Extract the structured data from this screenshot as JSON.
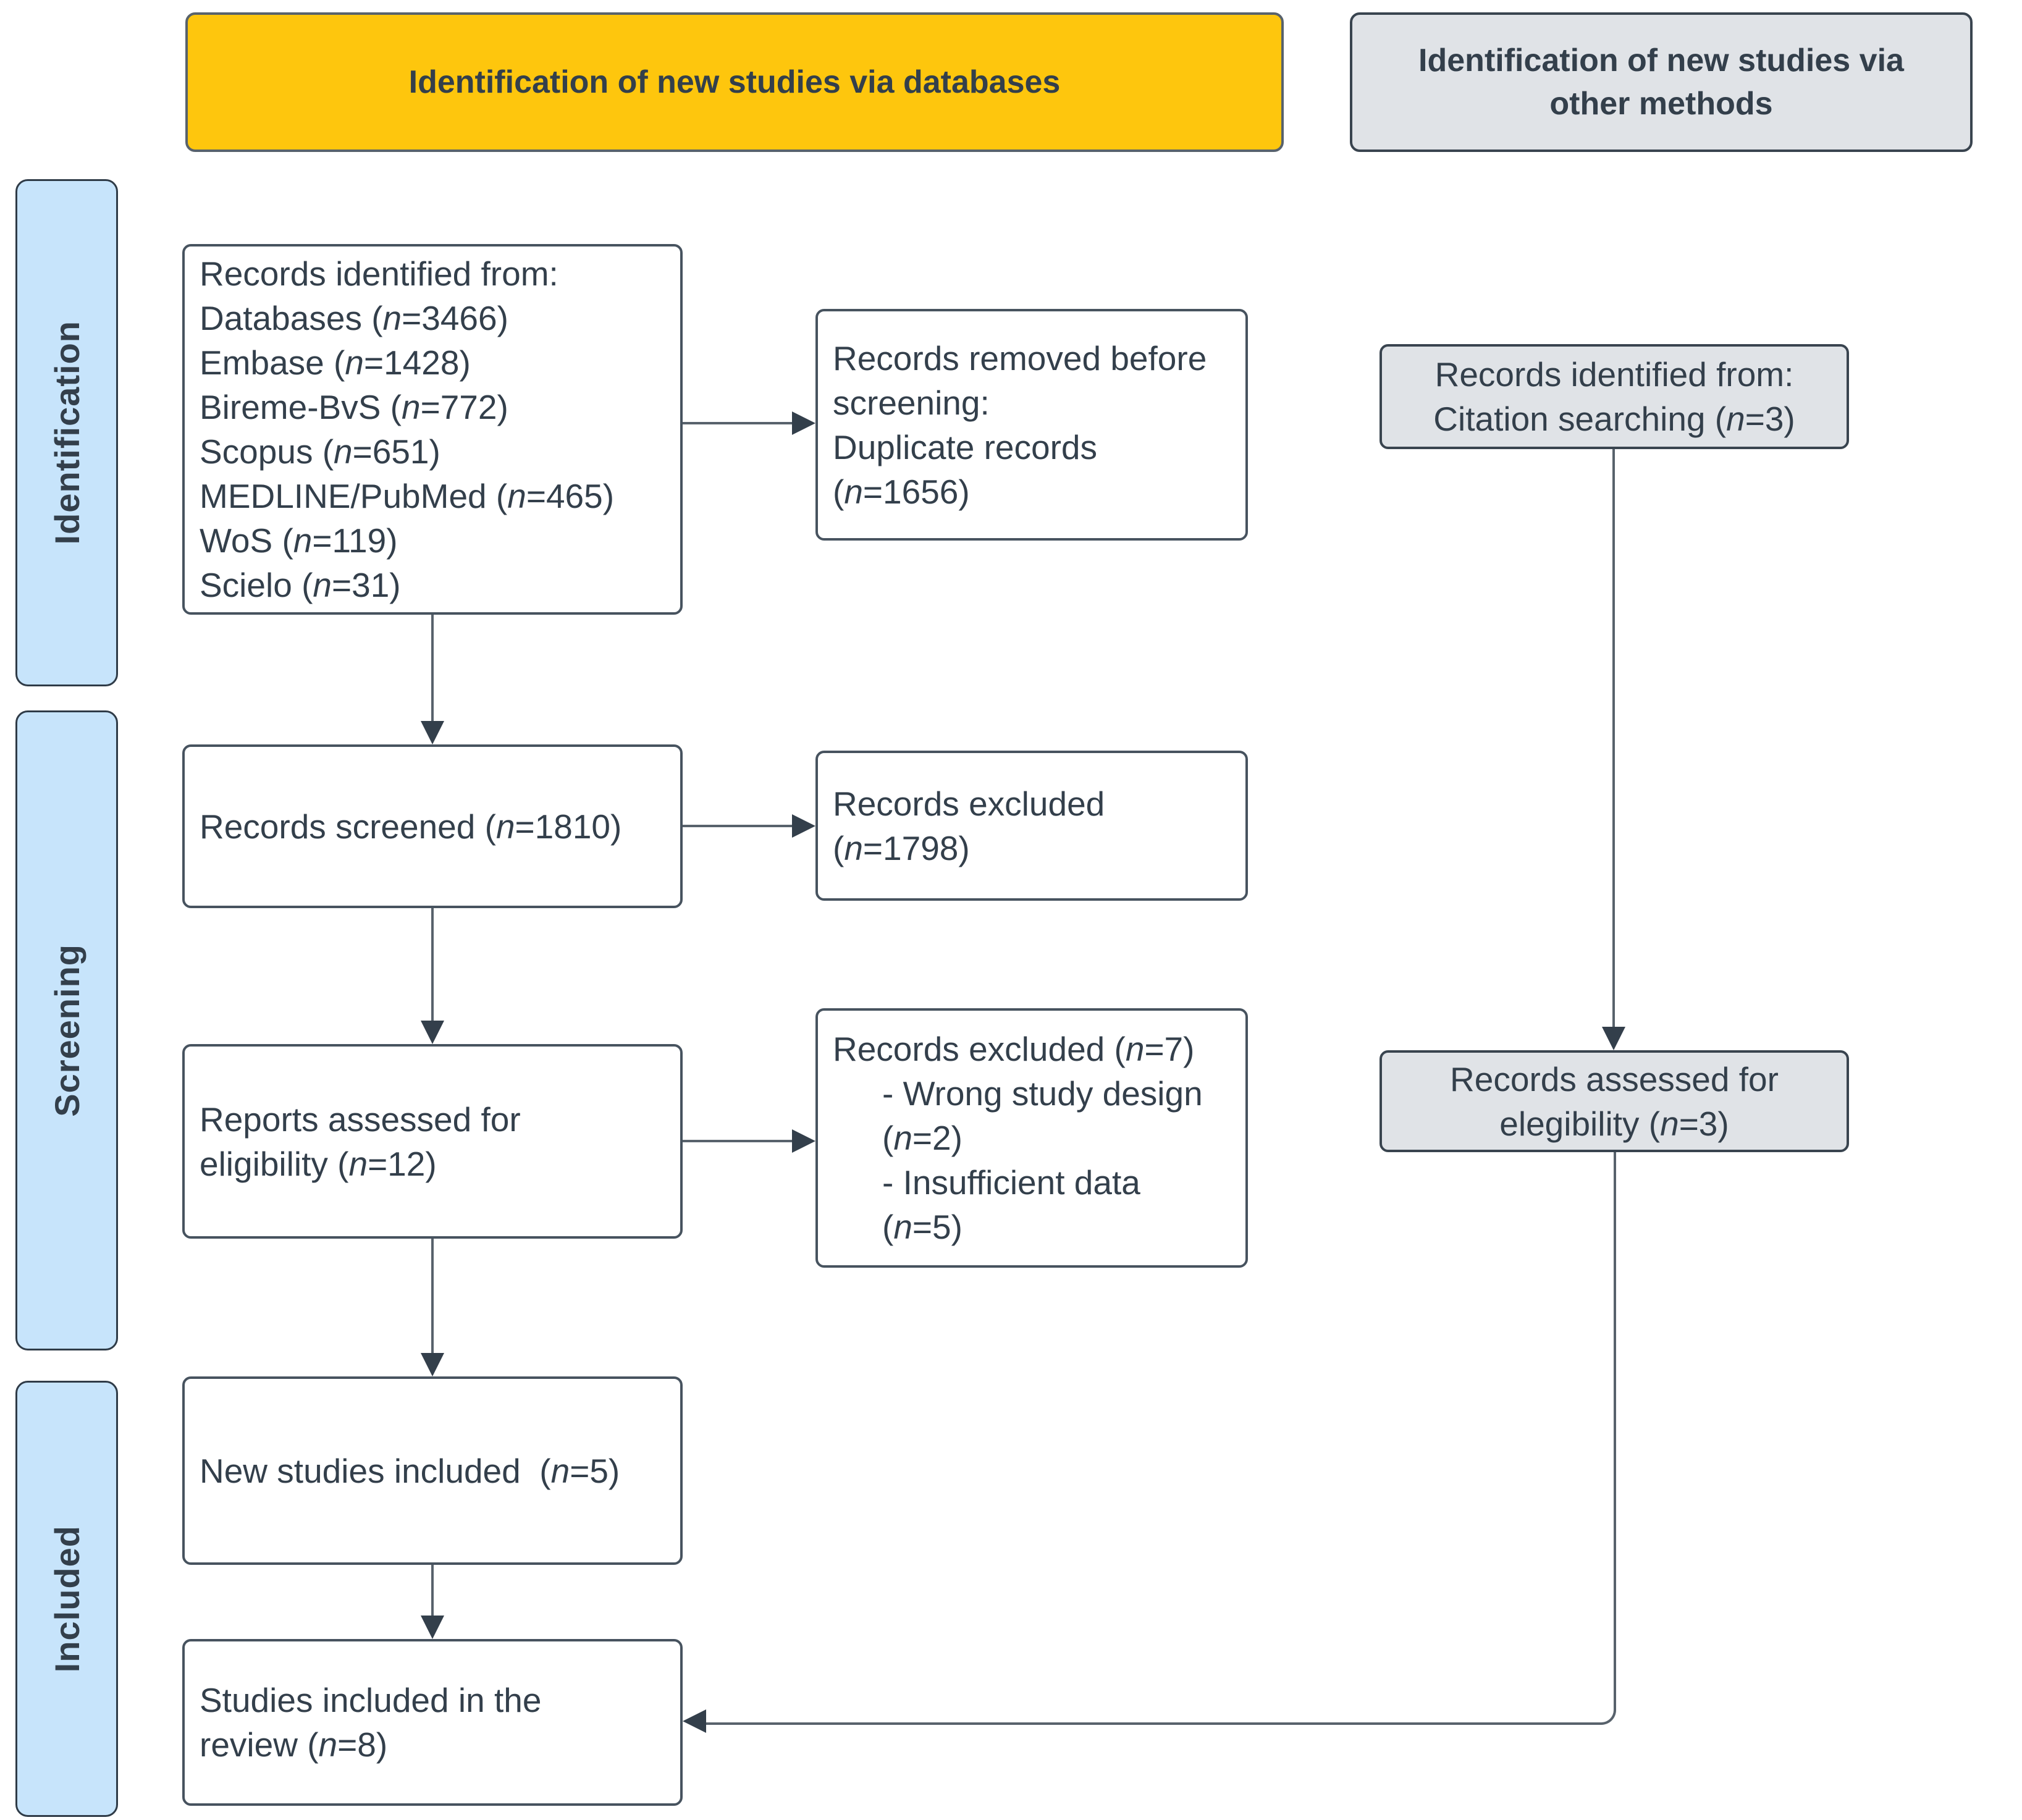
{
  "headers": {
    "databases": "Identification of new studies via databases",
    "other_methods_lines": [
      "Identification of new studies via",
      "other methods"
    ]
  },
  "stages": {
    "identification": "Identification",
    "screening": "Screening",
    "included": "Included"
  },
  "boxes": {
    "records_identified": {
      "lines": [
        "Records identified from:",
        "Databases (n=3466)",
        "Embase (n=1428)",
        "Bireme-BvS (n=772)",
        "Scopus (n=651)",
        "MEDLINE/PubMed (n=465)",
        "WoS (n=119)",
        "Scielo (n=31)"
      ]
    },
    "records_removed": {
      "lines": [
        "Records removed before",
        "screening:",
        "Duplicate records",
        "(n=1656)"
      ]
    },
    "citation_identified": {
      "lines": [
        "Records identified from:",
        "Citation searching (n=3)"
      ]
    },
    "records_screened": {
      "lines": [
        "Records screened (n=1810)"
      ]
    },
    "records_excluded_screening": {
      "lines": [
        "Records excluded",
        "(n=1798)"
      ]
    },
    "reports_assessed": {
      "lines": [
        "Reports assessed for",
        "eligibility (n=12)"
      ]
    },
    "records_excluded_eligibility": {
      "lines": [
        "Records excluded (n=7)",
        "- Wrong study design",
        "(n=2)",
        "- Insufficient data",
        "(n=5)"
      ]
    },
    "citation_assessed": {
      "lines": [
        "Records assessed for",
        "elegibility (n=3)"
      ]
    },
    "new_studies": {
      "lines": [
        "New studies included  (n=5)"
      ]
    },
    "studies_included": {
      "lines": [
        "Studies included in the",
        "review (n=8)"
      ]
    }
  },
  "colors": {
    "header_accent": "#FEC60D",
    "stage_fill": "#C7E4FB",
    "other_methods_fill": "#E0E3E7",
    "ink": "#333F4B",
    "connector": "#58626C",
    "background": "#FFFFFF"
  }
}
